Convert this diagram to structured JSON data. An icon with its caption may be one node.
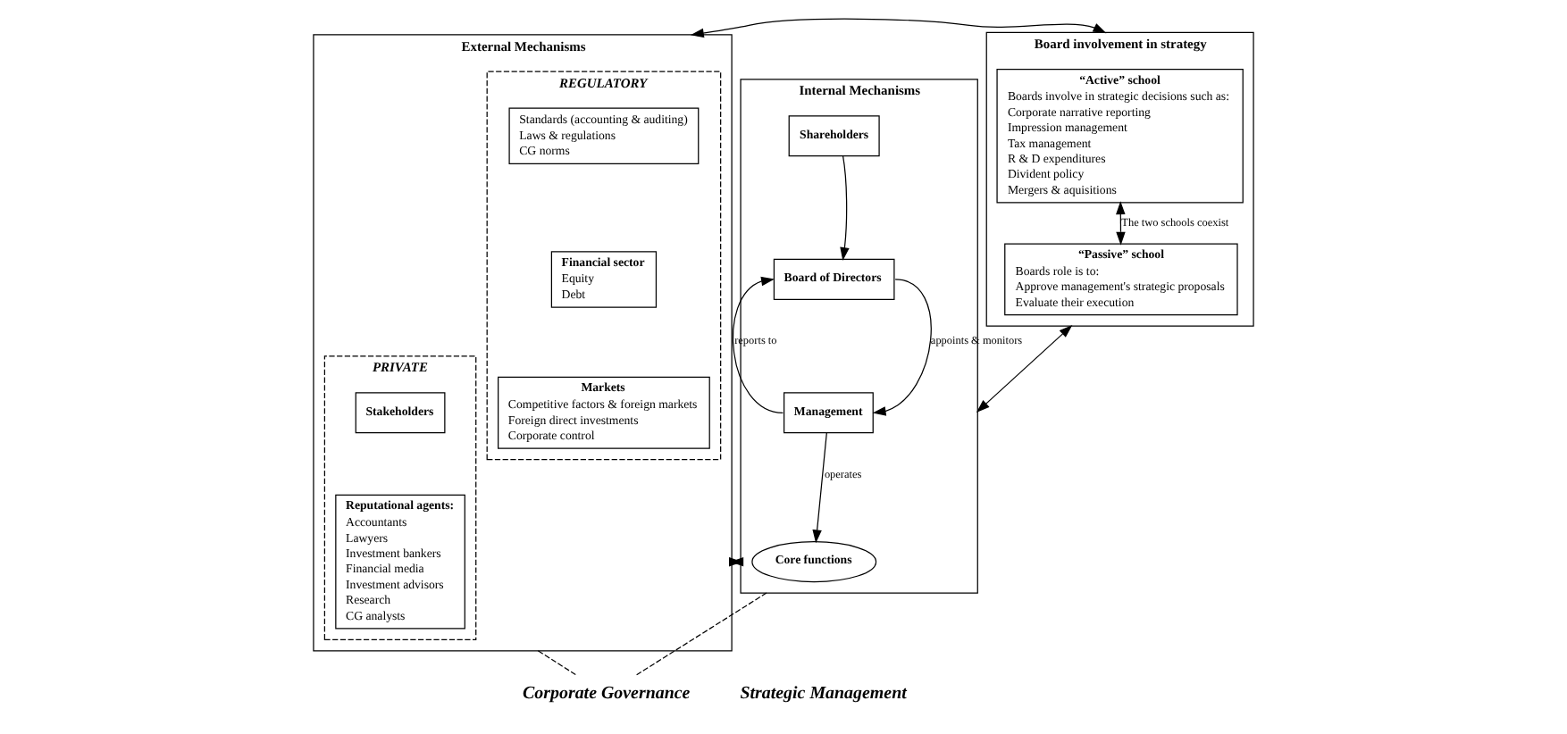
{
  "diagram": {
    "nodes": [
      {
        "text": [
          "External Mechanisms"
        ]
      },
      {
        "text": [
          "REGULATORY"
        ],
        "in": 0
      },
      {
        "text": [
          "Standards (accounting & auditing)",
          "Laws & regulations",
          "CG norms"
        ],
        "in": 1
      },
      {
        "text": [
          "Financial sector",
          "Equity",
          "Debt"
        ],
        "in": 1
      },
      {
        "text": [
          "Markets",
          "Competitive factors & foreign markets",
          "Foreign direct investments",
          "Corporate control"
        ],
        "in": 1
      },
      {
        "text": [
          "PRIVATE"
        ],
        "in": 0
      },
      {
        "text": [
          "Stakeholders"
        ],
        "in": 5
      },
      {
        "text": [
          "Reputational agents:",
          "Accountants",
          "Lawyers",
          "Investment bankers",
          "Financial media",
          "Investment advisors",
          "Research",
          "CG analysts"
        ],
        "in": 5
      },
      {
        "text": [
          "Internal Mechanisms"
        ]
      },
      {
        "text": [
          "Shareholders"
        ],
        "in": 8
      },
      {
        "text": [
          "Board of Directors"
        ],
        "in": 8
      },
      {
        "text": [
          "Management"
        ],
        "in": 8
      },
      {
        "text": [
          "Core functions"
        ],
        "in": 8
      },
      {
        "text": [
          "Board involvement in strategy"
        ]
      },
      {
        "text": [
          "“Active” school",
          "Boards involve in strategic decisions such as:",
          "Corporate narrative reporting",
          "Impression management",
          "Tax management",
          "R & D expenditures",
          "Divident policy",
          "Mergers & aquisitions"
        ],
        "in": 13
      },
      {
        "text": [
          "“Passive” school",
          "Boards role is to:",
          "Approve management's strategic proposals",
          "Evaluate their execution"
        ],
        "in": 13
      },
      {
        "text": [
          "Corporate Governance"
        ]
      }
    ],
    "edges": [
      {
        "from": 0,
        "to": 13,
        "arrow": "both"
      },
      {
        "from": 0,
        "to": 8,
        "arrow": "to"
      },
      {
        "from": 8,
        "to": 0,
        "arrow": "to"
      },
      {
        "from": 8,
        "to": 13,
        "arrow": "both"
      },
      {
        "from": 9,
        "to": 10,
        "arrow": "to"
      },
      {
        "from": 11,
        "to": 10,
        "arrow": "to",
        "label": "reports to"
      },
      {
        "from": 10,
        "to": 11,
        "arrow": "to",
        "label": "appoints & monitors"
      },
      {
        "from": 11,
        "to": 12,
        "arrow": "to",
        "label": "operates"
      },
      {
        "from": 14,
        "to": 15,
        "arrow": "both",
        "label": "The two schools coexist"
      },
      {
        "from": 0,
        "to": 16,
        "arrow": "none",
        "style": "dashed"
      },
      {
        "from": 8,
        "to": 16,
        "arrow": "none",
        "style": "dashed"
      }
    ],
    "labels": [
      "Strategic Management"
    ]
  }
}
